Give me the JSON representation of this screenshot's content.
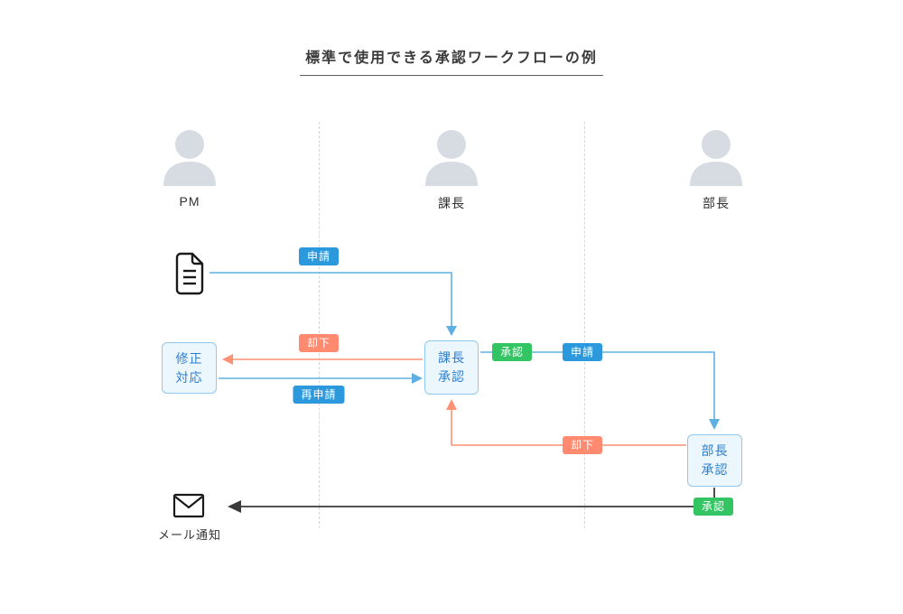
{
  "title": "標準で使用できる承認ワークフローの例",
  "lanes": [
    {
      "label": "PM"
    },
    {
      "label": "課長"
    },
    {
      "label": "部長"
    }
  ],
  "boxes": {
    "revision": {
      "line1": "修正",
      "line2": "対応"
    },
    "kacho_approval": {
      "line1": "課長",
      "line2": "承認"
    },
    "bucho_approval": {
      "line1": "部長",
      "line2": "承認"
    }
  },
  "badges": {
    "apply_1": "申請",
    "reject_1": "却下",
    "reapply": "再申請",
    "approve_1": "承認",
    "apply_2": "申請",
    "reject_2": "却下",
    "approve_2": "承認"
  },
  "labels": {
    "mail_notification": "メール通知"
  },
  "colors": {
    "badge_blue": "#2b99dc",
    "badge_orange": "#ff8a70",
    "badge_green": "#33c463",
    "box_fill": "#ecf6fd",
    "box_border": "#8fc9ef",
    "box_text": "#2a7fd0",
    "line_blue": "#5fb0e2",
    "line_orange": "#ff9175",
    "line_black": "#3a3a3a",
    "person_gray": "#d7dce3"
  }
}
